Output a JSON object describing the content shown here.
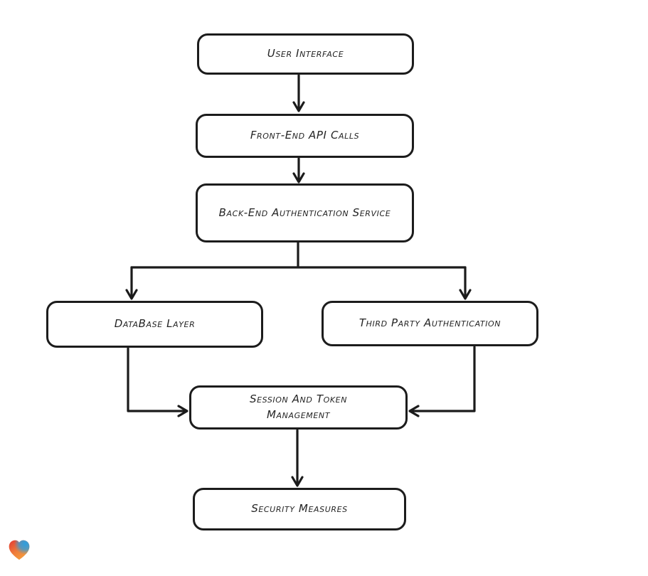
{
  "diagram": {
    "type": "flowchart",
    "nodes": [
      {
        "id": "user-interface",
        "label": "User Interface"
      },
      {
        "id": "front-end-api-calls",
        "label": "Front-End API Calls"
      },
      {
        "id": "back-end-authentication-service",
        "label": "Back-End Authentication Service"
      },
      {
        "id": "database-layer",
        "label": "DataBase Layer"
      },
      {
        "id": "third-party-authentication",
        "label": "Third Party Authentication"
      },
      {
        "id": "session-and-token-management",
        "label": "Session And Token Management"
      },
      {
        "id": "security-measures",
        "label": "Security Measures"
      }
    ],
    "edges": [
      {
        "from": "user-interface",
        "to": "front-end-api-calls"
      },
      {
        "from": "front-end-api-calls",
        "to": "back-end-authentication-service"
      },
      {
        "from": "back-end-authentication-service",
        "to": "database-layer"
      },
      {
        "from": "back-end-authentication-service",
        "to": "third-party-authentication"
      },
      {
        "from": "database-layer",
        "to": "session-and-token-management"
      },
      {
        "from": "third-party-authentication",
        "to": "session-and-token-management"
      },
      {
        "from": "session-and-token-management",
        "to": "security-measures"
      }
    ],
    "style": {
      "ink_color": "#1c1c1c",
      "node_fill": "#ffffff",
      "background": "#ffffff"
    }
  },
  "branding": {
    "logo_icon": "heart-gradient-icon",
    "colors": {
      "red": "#e23b34",
      "orange": "#f6a23c",
      "blue": "#2d9fe0"
    }
  }
}
